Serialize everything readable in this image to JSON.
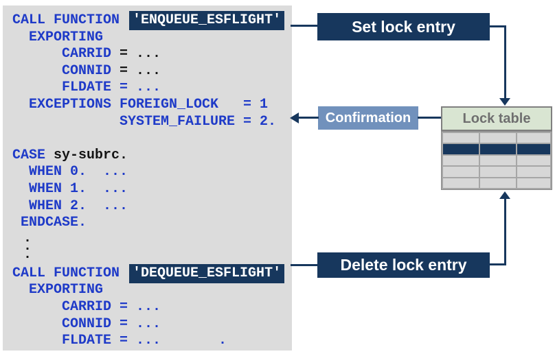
{
  "colors": {
    "code_keyword_blue": "#1e3ac8",
    "code_plain_dark": "#141414",
    "navy_box": "#17375d",
    "confirmation_blue": "#7191bc",
    "panel_gray": "#dcdcdc",
    "lock_table_header_green": "#d9e5d2",
    "lock_table_header_text": "#6f6f6f",
    "table_cell_gray": "#d7d7d7",
    "table_gap_gray": "#a6a6a6"
  },
  "labels": {
    "set_lock": "Set lock entry",
    "confirmation": "Confirmation",
    "delete_lock": "Delete lock entry",
    "lock_table": "Lock table"
  },
  "lock_table": {
    "rows": 5,
    "cols": 3,
    "highlighted_row_index": 1
  },
  "code": {
    "lines": [
      {
        "type": "segments",
        "segments": [
          {
            "text": "CALL FUNCTION ",
            "style": "keyword"
          },
          {
            "text": "'ENQUEUE_ESFLIGHT'",
            "style": "highlight"
          }
        ]
      },
      {
        "type": "segments",
        "segments": [
          {
            "text": "  EXPORTING",
            "style": "keyword"
          }
        ]
      },
      {
        "type": "segments",
        "segments": [
          {
            "text": "      CARRID",
            "style": "keyword"
          },
          {
            "text": " = ...",
            "style": "plain"
          }
        ]
      },
      {
        "type": "segments",
        "segments": [
          {
            "text": "      CONNID",
            "style": "keyword"
          },
          {
            "text": " = ...",
            "style": "plain"
          }
        ]
      },
      {
        "type": "segments",
        "segments": [
          {
            "text": "      FLDATE = ...",
            "style": "keyword"
          }
        ]
      },
      {
        "type": "segments",
        "segments": [
          {
            "text": "  EXCEPTIONS FOREIGN_LOCK   = 1",
            "style": "keyword"
          }
        ]
      },
      {
        "type": "segments",
        "segments": [
          {
            "text": "             SYSTEM_FAILURE = 2.",
            "style": "keyword"
          }
        ]
      },
      {
        "type": "blank"
      },
      {
        "type": "segments",
        "segments": [
          {
            "text": "CASE",
            "style": "keyword"
          },
          {
            "text": " sy-subrc.",
            "style": "plain"
          }
        ]
      },
      {
        "type": "segments",
        "segments": [
          {
            "text": "  WHEN 0.  ...",
            "style": "keyword"
          }
        ]
      },
      {
        "type": "segments",
        "segments": [
          {
            "text": "  WHEN 1.  ...",
            "style": "keyword"
          }
        ]
      },
      {
        "type": "segments",
        "segments": [
          {
            "text": "  WHEN 2.  ...",
            "style": "keyword"
          }
        ]
      },
      {
        "type": "segments",
        "segments": [
          {
            "text": " ENDCASE.",
            "style": "keyword"
          }
        ]
      },
      {
        "type": "vdots"
      },
      {
        "type": "segments",
        "segments": [
          {
            "text": "CALL FUNCTION ",
            "style": "keyword"
          },
          {
            "text": "'DEQUEUE_ESFLIGHT'",
            "style": "highlight"
          }
        ]
      },
      {
        "type": "segments",
        "segments": [
          {
            "text": "  EXPORTING",
            "style": "keyword"
          }
        ]
      },
      {
        "type": "segments",
        "segments": [
          {
            "text": "      CARRID = ...",
            "style": "keyword"
          }
        ]
      },
      {
        "type": "segments",
        "segments": [
          {
            "text": "      CONNID = ...",
            "style": "keyword"
          }
        ]
      },
      {
        "type": "segments",
        "segments": [
          {
            "text": "      FLDATE = ...       .",
            "style": "keyword"
          }
        ]
      }
    ]
  }
}
